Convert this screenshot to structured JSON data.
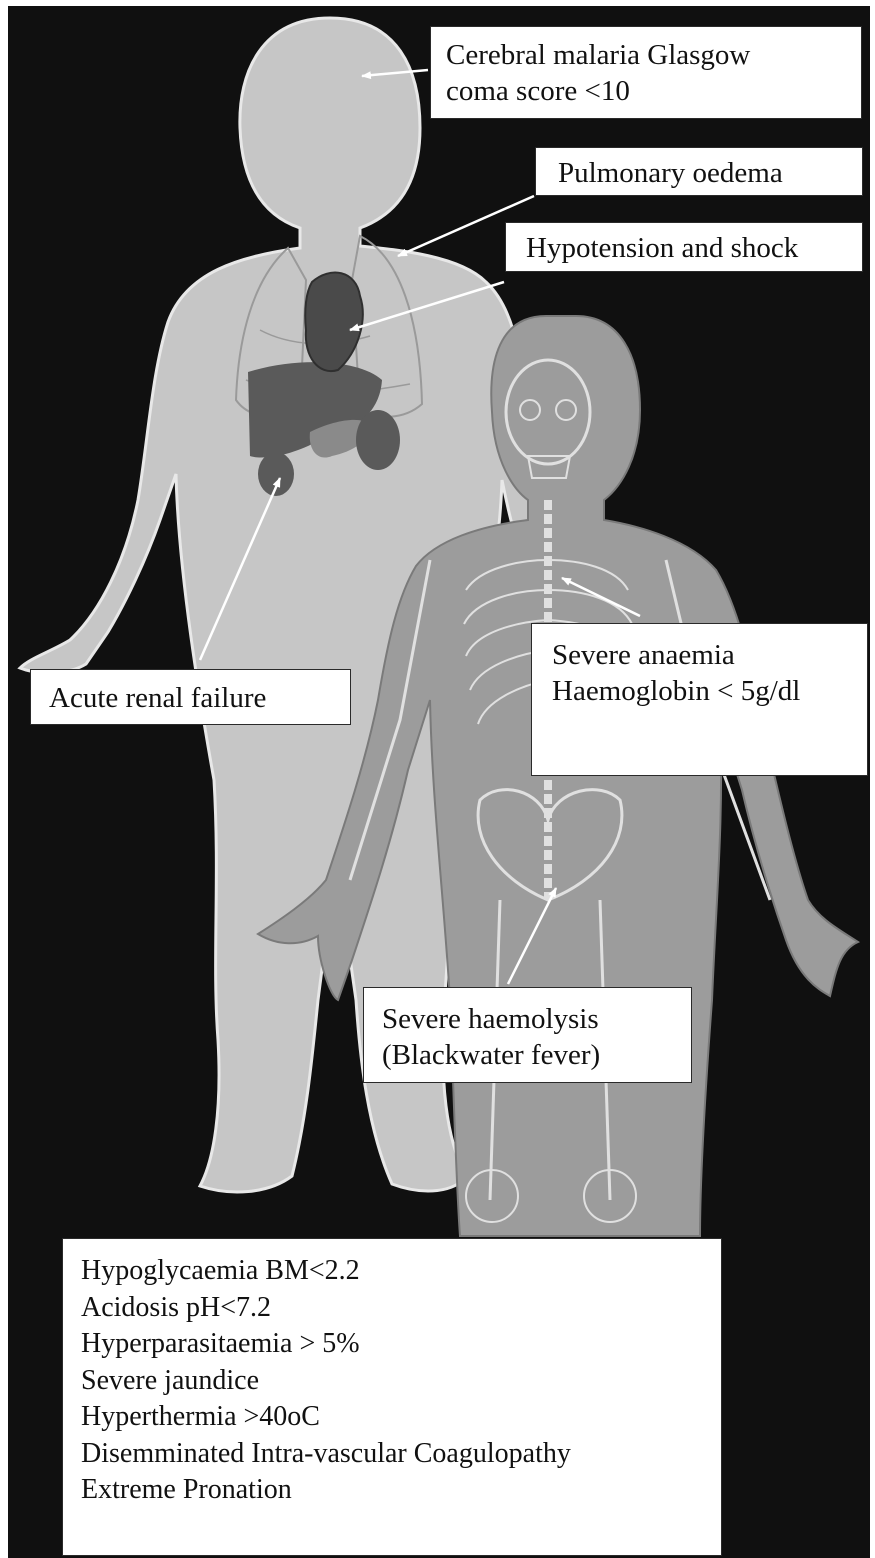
{
  "colors": {
    "background": "#101010",
    "adult_body": "#c6c6c6",
    "child_body": "#9c9c9c",
    "organs": "#5a5a5a",
    "arrow": "#ffffff",
    "box_fill": "#ffffff",
    "box_text": "#111111"
  },
  "labels": {
    "cerebral": [
      "Cerebral malaria Glasgow",
      "coma score <10"
    ],
    "pulmonary": "Pulmonary oedema",
    "hypotension": "Hypotension and shock",
    "renal": "Acute renal failure",
    "anaemia": [
      "Severe anaemia",
      "Haemoglobin < 5g/dl"
    ],
    "haemolysis": [
      "Severe haemolysis",
      "(Blackwater fever)"
    ]
  },
  "criteria": [
    "Hypoglycaemia BM<2.2",
    "Acidosis pH<7.2",
    "Hyperparasitaemia > 5%",
    "Severe jaundice",
    "Hyperthermia >40oC",
    "Disemminated Intra-vascular Coagulopathy",
    "Extreme Pronation"
  ]
}
